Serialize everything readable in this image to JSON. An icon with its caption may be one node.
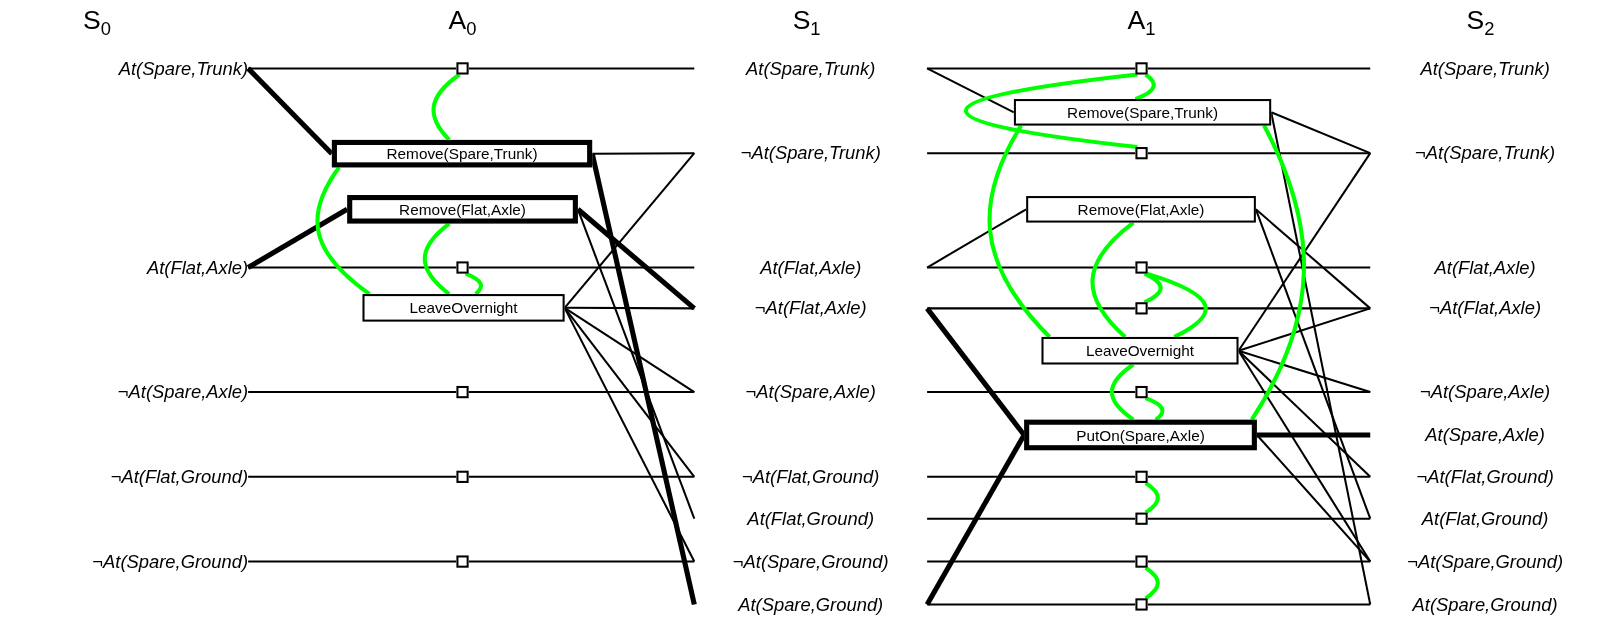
{
  "diagram": {
    "nodes": [
      {
        "text": [
          "At(Spare,Trunk)"
        ]
      },
      {
        "text": [
          "At(Flat,Axle)"
        ]
      },
      {
        "text": [
          "¬At(Spare,Axle)"
        ]
      },
      {
        "text": [
          "¬At(Flat,Ground)"
        ]
      },
      {
        "text": [
          "¬At(Spare,Ground)"
        ]
      },
      {
        "text": [
          "Remove(Spare,Trunk)"
        ]
      },
      {
        "text": [
          "Remove(Flat,Axle)"
        ]
      },
      {
        "text": [
          "LeaveOvernight"
        ]
      },
      {
        "text": [],
        "shape": "box"
      },
      {
        "text": [],
        "shape": "box"
      },
      {
        "text": [],
        "shape": "box"
      },
      {
        "text": [],
        "shape": "box"
      },
      {
        "text": [],
        "shape": "box"
      },
      {
        "text": [
          "At(Spare,Trunk)"
        ]
      },
      {
        "text": [
          "¬At(Spare,Trunk)"
        ]
      },
      {
        "text": [
          "At(Flat,Axle)"
        ]
      },
      {
        "text": [
          "¬At(Flat,Axle)"
        ]
      },
      {
        "text": [
          "¬At(Spare,Axle)"
        ]
      },
      {
        "text": [
          "¬At(Flat,Ground)"
        ]
      },
      {
        "text": [
          "At(Flat,Ground)"
        ]
      },
      {
        "text": [
          "¬At(Spare,Ground)"
        ]
      },
      {
        "text": [
          "At(Spare,Ground)"
        ]
      },
      {
        "text": [
          "Remove(Spare,Trunk)"
        ]
      },
      {
        "text": [
          "Remove(Flat,Axle)"
        ]
      },
      {
        "text": [
          "LeaveOvernight"
        ]
      },
      {
        "text": [
          "PutOn(Spare,Axle)"
        ]
      },
      {
        "text": [],
        "shape": "box"
      },
      {
        "text": [],
        "shape": "box"
      },
      {
        "text": [],
        "shape": "box"
      },
      {
        "text": [],
        "shape": "box"
      },
      {
        "text": [],
        "shape": "box"
      },
      {
        "text": [],
        "shape": "box"
      },
      {
        "text": [],
        "shape": "box"
      },
      {
        "text": [],
        "shape": "box"
      },
      {
        "text": [],
        "shape": "box"
      },
      {
        "text": [
          "At(Spare,Trunk)"
        ]
      },
      {
        "text": [
          "¬At(Spare,Trunk)"
        ]
      },
      {
        "text": [
          "At(Flat,Axle)"
        ]
      },
      {
        "text": [
          "¬At(Flat,Axle)"
        ]
      },
      {
        "text": [
          "¬At(Spare,Axle)"
        ]
      },
      {
        "text": [
          "At(Spare,Axle)"
        ]
      },
      {
        "text": [
          "¬At(Flat,Ground)"
        ]
      },
      {
        "text": [
          "At(Flat,Ground)"
        ]
      },
      {
        "text": [
          "¬At(Spare,Ground)"
        ]
      },
      {
        "text": [
          "At(Spare,Ground)"
        ]
      }
    ],
    "edges": [
      {
        "from": 0,
        "to": 8,
        "arrow": "none"
      },
      {
        "from": 8,
        "to": 13,
        "arrow": "none"
      },
      {
        "from": 1,
        "to": 9,
        "arrow": "none"
      },
      {
        "from": 9,
        "to": 15,
        "arrow": "none"
      },
      {
        "from": 2,
        "to": 10,
        "arrow": "none"
      },
      {
        "from": 10,
        "to": 17,
        "arrow": "none"
      },
      {
        "from": 3,
        "to": 11,
        "arrow": "none"
      },
      {
        "from": 11,
        "to": 18,
        "arrow": "none"
      },
      {
        "from": 4,
        "to": 12,
        "arrow": "none"
      },
      {
        "from": 12,
        "to": 20,
        "arrow": "none"
      },
      {
        "from": 0,
        "to": 5,
        "arrow": "none",
        "style": "thick"
      },
      {
        "from": 1,
        "to": 6,
        "arrow": "none",
        "style": "thick"
      },
      {
        "from": 5,
        "to": 14,
        "arrow": "none"
      },
      {
        "from": 5,
        "to": 21,
        "arrow": "none",
        "style": "thick"
      },
      {
        "from": 6,
        "to": 16,
        "arrow": "none",
        "style": "thick"
      },
      {
        "from": 6,
        "to": 19,
        "arrow": "none"
      },
      {
        "from": 7,
        "to": 14,
        "arrow": "none"
      },
      {
        "from": 7,
        "to": 16,
        "arrow": "none"
      },
      {
        "from": 7,
        "to": 17,
        "arrow": "none"
      },
      {
        "from": 7,
        "to": 18,
        "arrow": "none"
      },
      {
        "from": 7,
        "to": 20,
        "arrow": "none"
      },
      {
        "from": 8,
        "to": 5,
        "arrow": "none",
        "color": "#00ff00"
      },
      {
        "from": 5,
        "to": 7,
        "arrow": "none",
        "color": "#00ff00"
      },
      {
        "from": 6,
        "to": 7,
        "arrow": "none",
        "color": "#00ff00"
      },
      {
        "from": 9,
        "to": 7,
        "arrow": "none",
        "color": "#00ff00"
      },
      {
        "from": 13,
        "to": 26,
        "arrow": "none"
      },
      {
        "from": 26,
        "to": 35,
        "arrow": "none"
      },
      {
        "from": 14,
        "to": 27,
        "arrow": "none"
      },
      {
        "from": 27,
        "to": 36,
        "arrow": "none"
      },
      {
        "from": 15,
        "to": 28,
        "arrow": "none"
      },
      {
        "from": 28,
        "to": 37,
        "arrow": "none"
      },
      {
        "from": 16,
        "to": 29,
        "arrow": "none"
      },
      {
        "from": 29,
        "to": 38,
        "arrow": "none"
      },
      {
        "from": 17,
        "to": 30,
        "arrow": "none"
      },
      {
        "from": 30,
        "to": 39,
        "arrow": "none"
      },
      {
        "from": 18,
        "to": 31,
        "arrow": "none"
      },
      {
        "from": 31,
        "to": 41,
        "arrow": "none"
      },
      {
        "from": 19,
        "to": 32,
        "arrow": "none"
      },
      {
        "from": 32,
        "to": 42,
        "arrow": "none"
      },
      {
        "from": 20,
        "to": 33,
        "arrow": "none"
      },
      {
        "from": 33,
        "to": 43,
        "arrow": "none"
      },
      {
        "from": 21,
        "to": 34,
        "arrow": "none"
      },
      {
        "from": 34,
        "to": 44,
        "arrow": "none"
      },
      {
        "from": 13,
        "to": 22,
        "arrow": "none"
      },
      {
        "from": 15,
        "to": 23,
        "arrow": "none"
      },
      {
        "from": 16,
        "to": 25,
        "arrow": "none",
        "style": "thick"
      },
      {
        "from": 21,
        "to": 25,
        "arrow": "none",
        "style": "thick"
      },
      {
        "from": 22,
        "to": 36,
        "arrow": "none"
      },
      {
        "from": 22,
        "to": 44,
        "arrow": "none"
      },
      {
        "from": 23,
        "to": 38,
        "arrow": "none"
      },
      {
        "from": 23,
        "to": 42,
        "arrow": "none"
      },
      {
        "from": 24,
        "to": 36,
        "arrow": "none"
      },
      {
        "from": 24,
        "to": 38,
        "arrow": "none"
      },
      {
        "from": 24,
        "to": 39,
        "arrow": "none"
      },
      {
        "from": 24,
        "to": 41,
        "arrow": "none"
      },
      {
        "from": 24,
        "to": 43,
        "arrow": "none"
      },
      {
        "from": 25,
        "to": 40,
        "arrow": "none",
        "style": "thick"
      },
      {
        "from": 25,
        "to": 43,
        "arrow": "none"
      },
      {
        "from": 26,
        "to": 22,
        "arrow": "none",
        "color": "#00ff00"
      },
      {
        "from": 26,
        "to": 27,
        "arrow": "none",
        "color": "#00ff00"
      },
      {
        "from": 22,
        "to": 24,
        "arrow": "none",
        "color": "#00ff00"
      },
      {
        "from": 23,
        "to": 24,
        "arrow": "none",
        "color": "#00ff00"
      },
      {
        "from": 28,
        "to": 29,
        "arrow": "none",
        "color": "#00ff00"
      },
      {
        "from": 28,
        "to": 24,
        "arrow": "none",
        "color": "#00ff00"
      },
      {
        "from": 24,
        "to": 25,
        "arrow": "none",
        "color": "#00ff00"
      },
      {
        "from": 30,
        "to": 25,
        "arrow": "none",
        "color": "#00ff00"
      },
      {
        "from": 22,
        "to": 25,
        "arrow": "none",
        "color": "#00ff00"
      },
      {
        "from": 31,
        "to": 32,
        "arrow": "none",
        "color": "#00ff00"
      },
      {
        "from": 33,
        "to": 34,
        "arrow": "none",
        "color": "#00ff00"
      }
    ],
    "labels": [
      "S$_{0}$",
      "A$_{0}$",
      "S$_{1}$",
      "A$_{1}$",
      "S$_{2}$"
    ]
  }
}
